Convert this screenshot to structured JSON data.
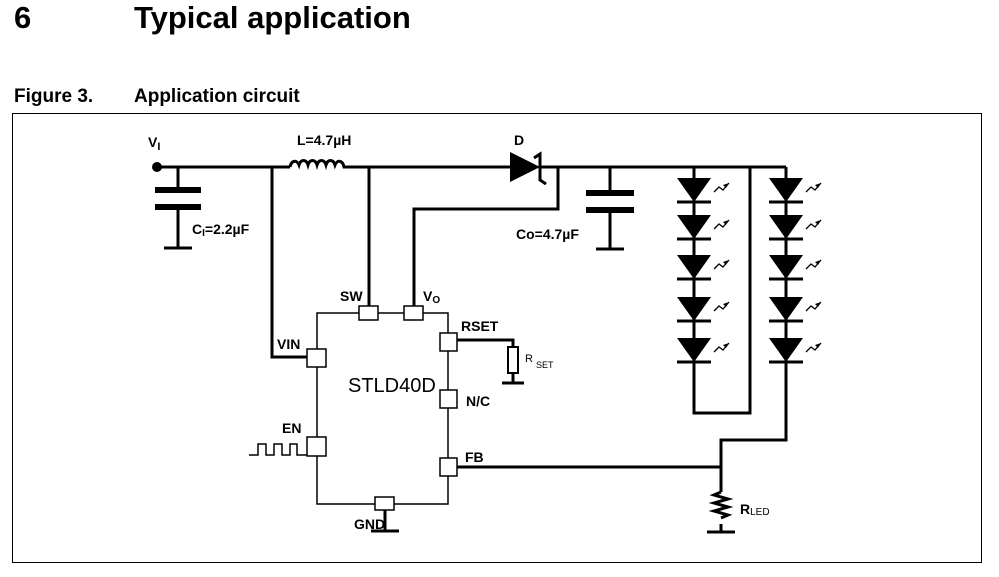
{
  "header": {
    "section_number": "6",
    "section_title": "Typical application"
  },
  "figure": {
    "label": "Figure 3.",
    "title": "Application circuit"
  },
  "circuit": {
    "chip_name": "STLD40D",
    "input_label": "V",
    "input_sub": "I",
    "inductor_label": "L=4.7µH",
    "diode_label": "D",
    "cin_label": "C",
    "cin_sub": "I",
    "cin_value": "=2.2µF",
    "cout_label": "Co=4.7µF",
    "pins": {
      "sw": "SW",
      "vo": "V",
      "vo_sub": "O",
      "rset": "RSET",
      "vin": "VIN",
      "nc": "N/C",
      "en": "EN",
      "fb": "FB",
      "gnd": "GND"
    },
    "rset_label": "R",
    "rset_sub": "SET",
    "rled_label": "R",
    "rled_sub": "LED",
    "led_columns": 2,
    "leds_per_column": 5
  }
}
